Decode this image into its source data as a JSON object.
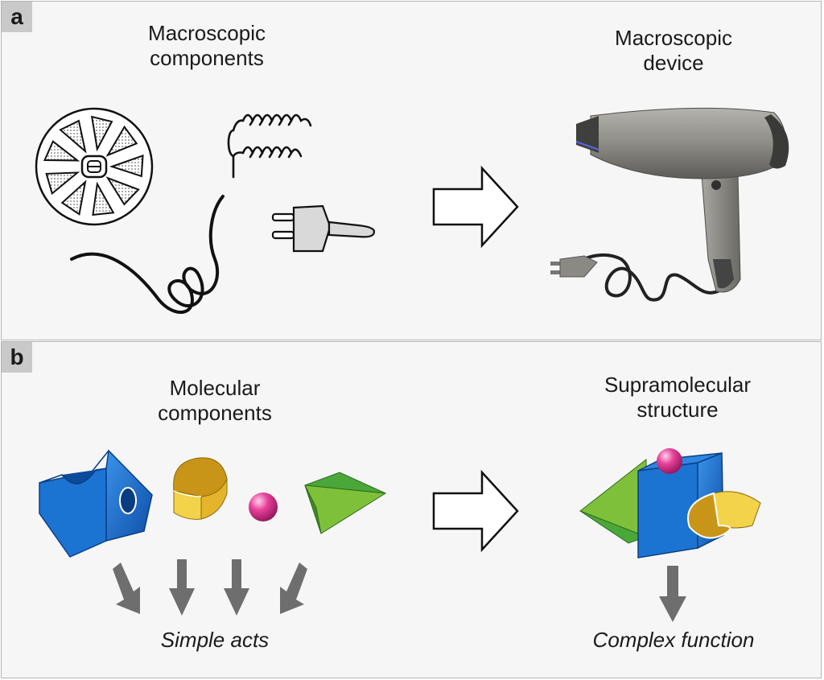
{
  "panel_a": {
    "tag": "a",
    "left_label": "Macroscopic\ncomponents",
    "right_label": "Macroscopic\ndevice"
  },
  "panel_b": {
    "tag": "b",
    "left_label": "Molecular\ncomponents",
    "right_label": "Supramolecular\nstructure",
    "left_caption": "Simple acts",
    "right_caption": "Complex function"
  },
  "colors": {
    "panel_background": "#f6f6f6",
    "tab": "#c9c9c9",
    "cube_blue": "#1c74d2",
    "half_cylinder_gold": "#e4b52c",
    "sphere_pink": "#e6419a",
    "prism_green": "#7ec03a",
    "arrow_gray": "#6e6e6e",
    "dryer_gray": "#8d8c86"
  },
  "icons": [
    "fan-icon",
    "spring-icon",
    "plug-icon",
    "cord-icon",
    "hair-dryer-icon",
    "right-arrow-icon",
    "down-arrow-icon"
  ]
}
